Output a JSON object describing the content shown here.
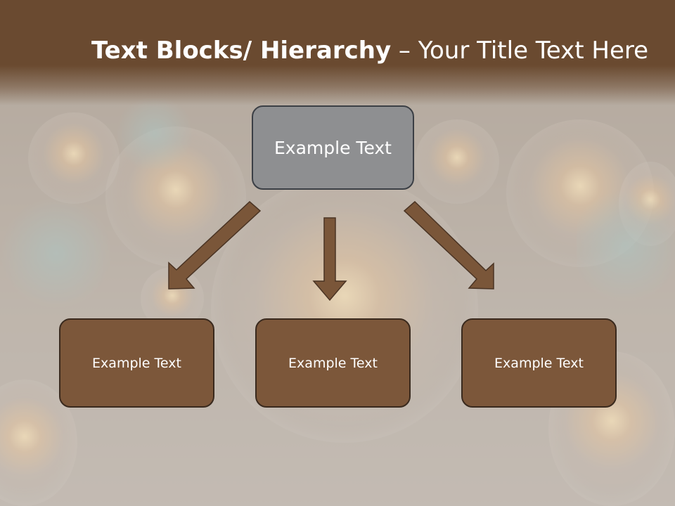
{
  "slide": {
    "title_bold": "Text Blocks/ Hierarchy",
    "title_rest": " – Your Title Text Here"
  },
  "hierarchy": {
    "top_label": "Example Text",
    "children": [
      {
        "label": "Example Text"
      },
      {
        "label": "Example Text"
      },
      {
        "label": "Example Text"
      }
    ]
  },
  "colors": {
    "title_bar": "#6a4a30",
    "top_box": "#8e8f91",
    "child_box": "#7c573a",
    "arrow": "#7a5639"
  }
}
